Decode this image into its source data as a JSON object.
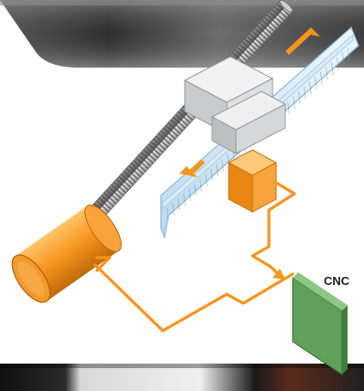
{
  "diagram": {
    "cnc_label": "CNC"
  },
  "colors": {
    "accent_orange": "#f7941d",
    "glass_scale": "#cfe6f5",
    "carriage_gray": "#d9dadb",
    "controller_green": "#5fa15a",
    "photo_dark": "#3a3a3a"
  },
  "icons": [
    "arrow-icon",
    "lead-screw",
    "servo-motor",
    "linear-scale",
    "read-head",
    "cnc-controller"
  ]
}
